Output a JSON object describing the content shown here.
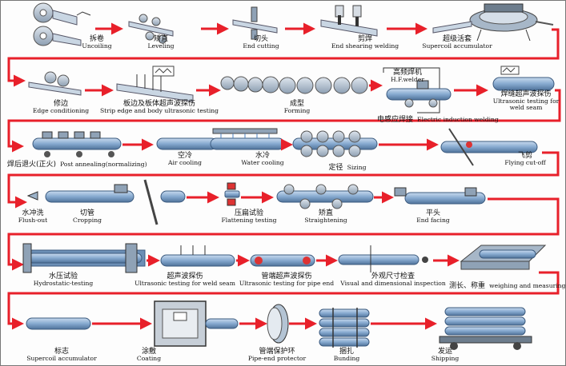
{
  "steps": [
    {
      "cn": "拆卷",
      "en": "Uncoiling"
    },
    {
      "cn": "矫直",
      "en": "Leveling"
    },
    {
      "cn": "切头",
      "en": "End cutting"
    },
    {
      "cn": "剪焊",
      "en": "End shearing welding"
    },
    {
      "cn": "超级活套",
      "en": "Supercoil accumulator"
    },
    {
      "cn": "修边",
      "en": "Edge conditioning"
    },
    {
      "cn": "板边及板体超声波探伤",
      "en": "Strip edge and body ultrasonic testing"
    },
    {
      "cn": "成型",
      "en": "Forming"
    },
    {
      "cn": "电感应焊接",
      "en": "Electric induction welding"
    },
    {
      "cn": "焊缝超声波探伤",
      "en": "Ultrasonic testing for weld seam"
    },
    {
      "cn": "焊后退火(正火)",
      "en": "Post annealing(normalizing)"
    },
    {
      "cn": "空冷",
      "en": "Air cooling"
    },
    {
      "cn": "水冷",
      "en": "Water cooling"
    },
    {
      "cn": "定径",
      "en": "Sizing"
    },
    {
      "cn": "飞剪",
      "en": "Flying cut-off"
    },
    {
      "cn": "水冲洗",
      "en": "Flush-out"
    },
    {
      "cn": "切管",
      "en": "Cropping"
    },
    {
      "cn": "压扁试验",
      "en": "Flattening testing"
    },
    {
      "cn": "矫直",
      "en": "Straightening"
    },
    {
      "cn": "平头",
      "en": "End facing"
    },
    {
      "cn": "水压试验",
      "en": "Hydrostatic-testing"
    },
    {
      "cn": "超声波探伤",
      "en": "Ultrasonic testing for weld seam"
    },
    {
      "cn": "管端超声波探伤",
      "en": "Ultrasonic testing for pipe end"
    },
    {
      "cn": "外观尺寸检查",
      "en": "Visual and dimensional inspection"
    },
    {
      "cn": "测长、称重",
      "en": "weighing and measuring"
    },
    {
      "cn": "标志",
      "en": "Supercoil accumulator"
    },
    {
      "cn": "涂敷",
      "en": "Coating"
    },
    {
      "cn": "管端保护环",
      "en": "Pipe-end protector"
    },
    {
      "cn": "捆扎",
      "en": "Bunding"
    },
    {
      "cn": "发运",
      "en": "Shipping"
    }
  ],
  "welder": {
    "cn": "高频焊机",
    "en": "H.F.welder"
  },
  "colors": {
    "arrow": "#e8202a",
    "pipe": "#7ea2c9",
    "pipeDark": "#4c6f98",
    "metal": "#b7c6d6",
    "machine": "#5b6a78"
  }
}
